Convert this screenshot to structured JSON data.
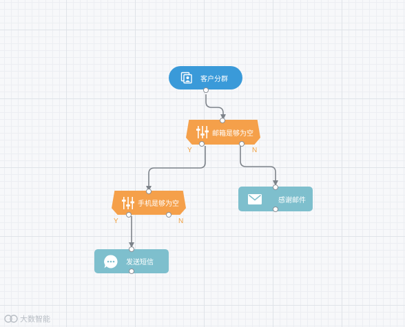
{
  "nodes": {
    "start": {
      "label": "客户分群",
      "icon": "customer-group-icon"
    },
    "cond1": {
      "label": "邮箱是够为空",
      "icon": "filter-sliders-icon",
      "yes": "Y",
      "no": "N"
    },
    "cond2": {
      "label": "手机是够为空",
      "icon": "filter-sliders-icon",
      "yes": "Y",
      "no": "N"
    },
    "email": {
      "label": "感谢邮件",
      "icon": "mail-icon"
    },
    "sms": {
      "label": "发送短信",
      "icon": "chat-bubble-icon"
    }
  },
  "watermark": {
    "text": "大数智能",
    "icon": "logo-icon"
  },
  "colors": {
    "start": "#3a9ad9",
    "condition": "#f5a04a",
    "action": "#7ebfcd",
    "connector": "#7d838a",
    "branch_label": "#f0a040"
  }
}
